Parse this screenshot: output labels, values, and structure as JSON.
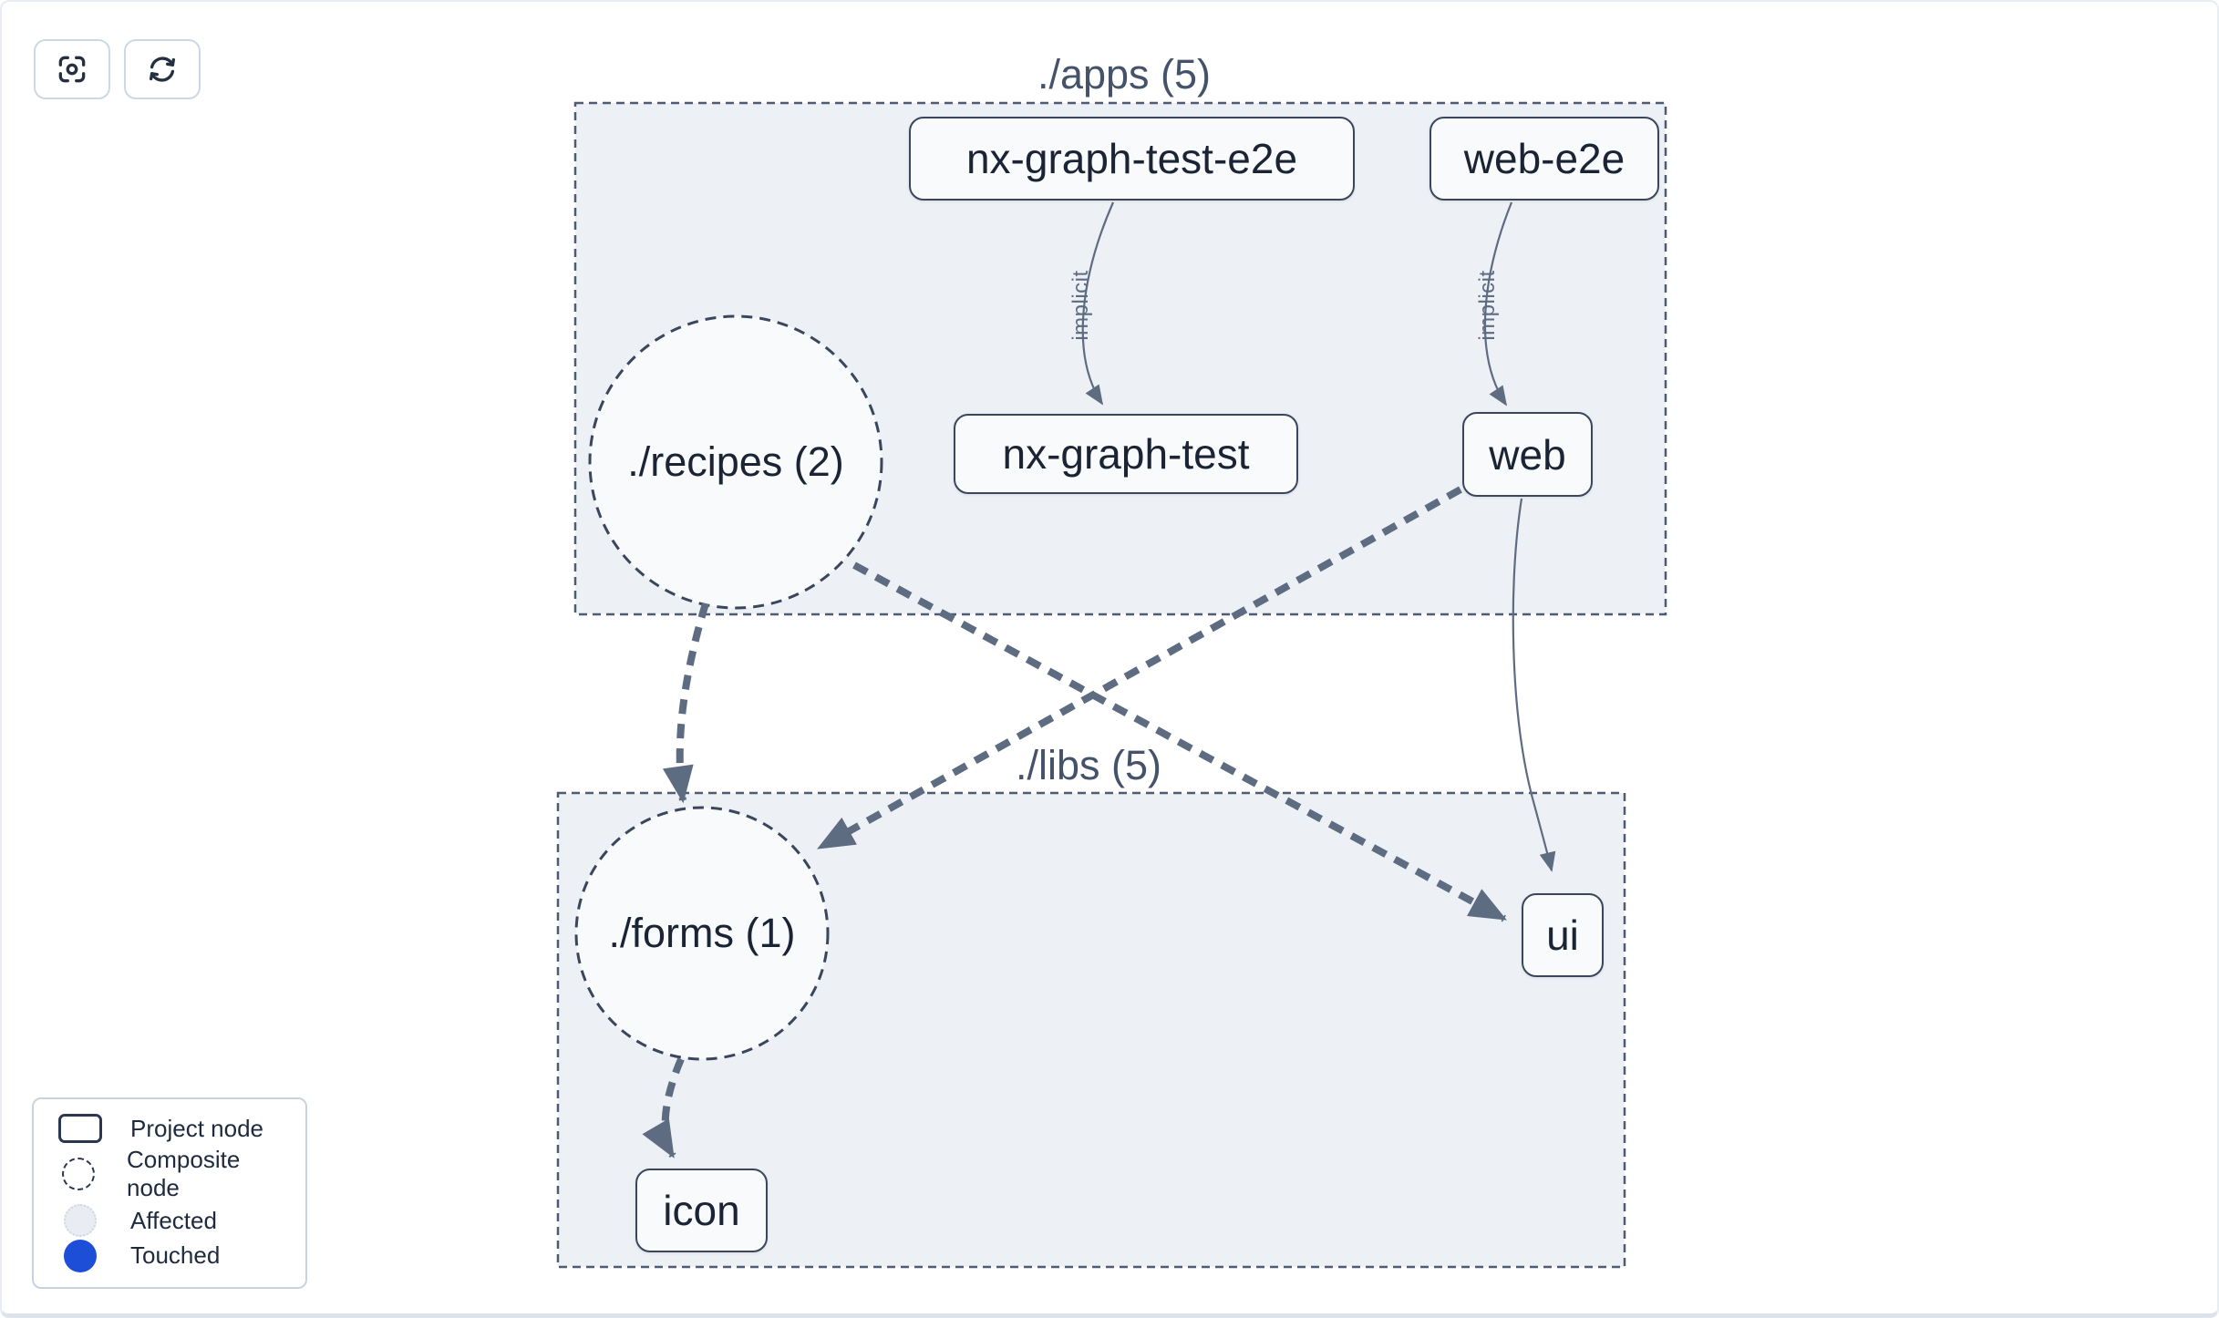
{
  "toolbar": {
    "buttons": [
      {
        "name": "focus",
        "icon": "focus-crosshair-icon"
      },
      {
        "name": "refresh",
        "icon": "refresh-icon"
      }
    ]
  },
  "groups": {
    "apps": {
      "label": "./apps (5)"
    },
    "libs": {
      "label": "./libs (5)"
    }
  },
  "nodes": {
    "nx_graph_test_e2e": {
      "label": "nx-graph-test-e2e",
      "type": "project"
    },
    "web_e2e": {
      "label": "web-e2e",
      "type": "project"
    },
    "recipes": {
      "label": "./recipes (2)",
      "type": "composite"
    },
    "nx_graph_test": {
      "label": "nx-graph-test",
      "type": "project"
    },
    "web": {
      "label": "web",
      "type": "project"
    },
    "forms": {
      "label": "./forms (1)",
      "type": "composite"
    },
    "ui": {
      "label": "ui",
      "type": "project"
    },
    "icon": {
      "label": "icon",
      "type": "project"
    }
  },
  "edge_labels": {
    "implicit": "implicit"
  },
  "legend": {
    "items": [
      {
        "label": "Project node"
      },
      {
        "label": "Composite node"
      },
      {
        "label": "Affected"
      },
      {
        "label": "Touched"
      }
    ]
  },
  "colors": {
    "container_fill": "#edf1f6",
    "node_fill": "#f8fafc",
    "node_border": "#3a465c",
    "group_border": "#4e5b72",
    "edge": "#5e6c82",
    "text": "#1b2434",
    "section_label": "#44526a",
    "touched_blue": "#1d4ed8",
    "affected_fill": "#e9edf3",
    "legend_border": "#c8d3e0"
  }
}
